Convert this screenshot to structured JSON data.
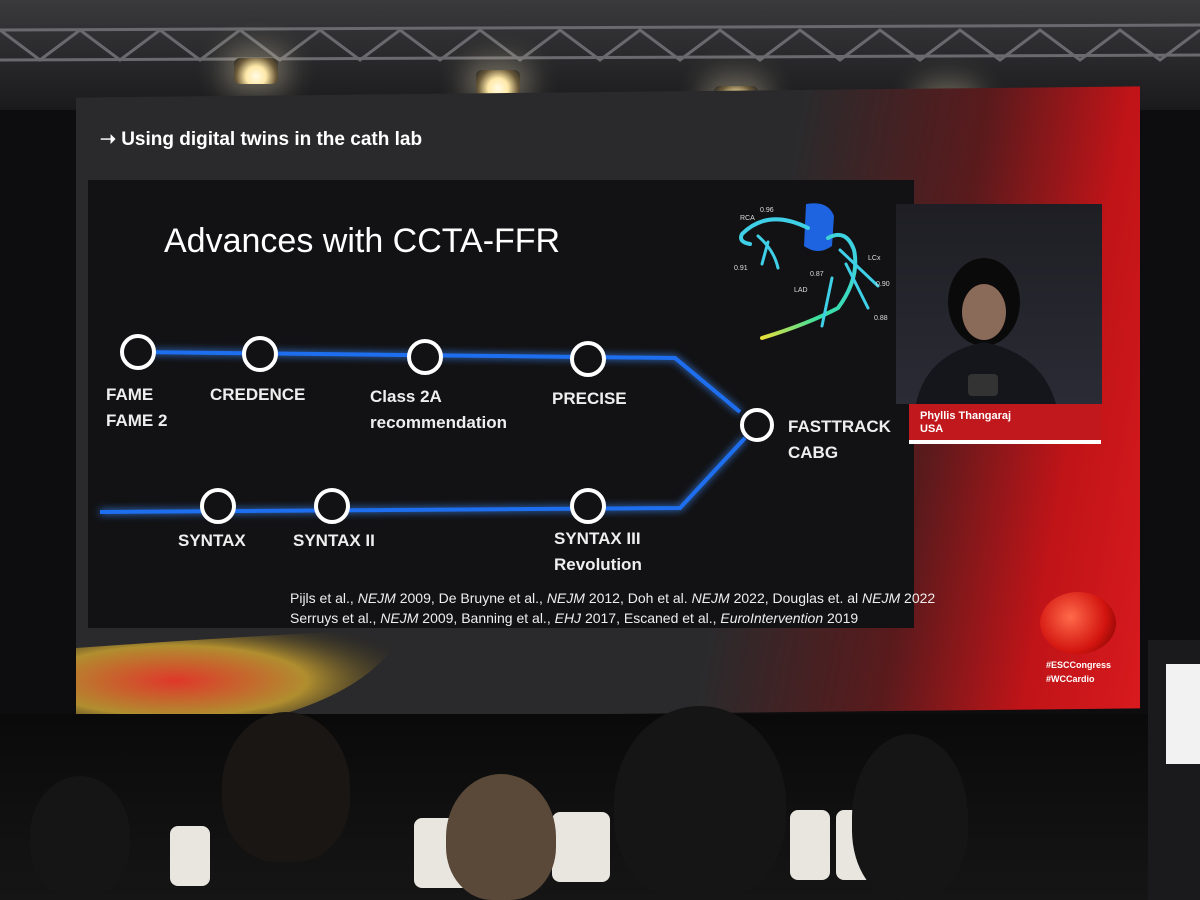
{
  "stage": {
    "header": "Using digital twins in the cath lab",
    "slide_title": "Advances with CCTA-FFR"
  },
  "timeline": {
    "top_nodes": [
      {
        "label_line1": "FAME",
        "label_line2": "FAME 2"
      },
      {
        "label_line1": "CREDENCE",
        "label_line2": ""
      },
      {
        "label_line1": "Class 2A",
        "label_line2": "recommendation"
      },
      {
        "label_line1": "PRECISE",
        "label_line2": ""
      }
    ],
    "bottom_nodes": [
      {
        "label_line1": "SYNTAX",
        "label_line2": ""
      },
      {
        "label_line1": "SYNTAX II",
        "label_line2": ""
      },
      {
        "label_line1": "SYNTAX III",
        "label_line2": "Revolution"
      }
    ],
    "end_node": {
      "label_line1": "FASTTRACK",
      "label_line2": "CABG"
    },
    "line_color": "#1e6ff0"
  },
  "coronary_labels": [
    "RCA",
    "0.96",
    "0.91",
    "0.87",
    "LAD",
    "LCx",
    "0.90",
    "0.88"
  ],
  "references": {
    "line1": [
      {
        "text": "Pijls et al., ",
        "italic": false
      },
      {
        "text": "NEJM",
        "italic": true
      },
      {
        "text": " 2009, De Bruyne et al., ",
        "italic": false
      },
      {
        "text": "NEJM",
        "italic": true
      },
      {
        "text": " 2012, Doh et al.  ",
        "italic": false
      },
      {
        "text": "NEJM",
        "italic": true
      },
      {
        "text": " 2022, Douglas et. al ",
        "italic": false
      },
      {
        "text": "NEJM",
        "italic": true
      },
      {
        "text": " 2022",
        "italic": false
      }
    ],
    "line2": [
      {
        "text": "Serruys et al., ",
        "italic": false
      },
      {
        "text": "NEJM",
        "italic": true
      },
      {
        "text": " 2009, Banning et al., ",
        "italic": false
      },
      {
        "text": "EHJ",
        "italic": true
      },
      {
        "text": " 2017, Escaned et al., ",
        "italic": false
      },
      {
        "text": "EuroIntervention",
        "italic": true
      },
      {
        "text": " 2019",
        "italic": false
      }
    ]
  },
  "speaker": {
    "name": "Phyllis Thangaraj",
    "country": "USA"
  },
  "hashtags": [
    "#ESCCongress",
    "#WCCardio"
  ],
  "colors": {
    "accent_red": "#c0181c",
    "slide_bg": "#121214"
  }
}
